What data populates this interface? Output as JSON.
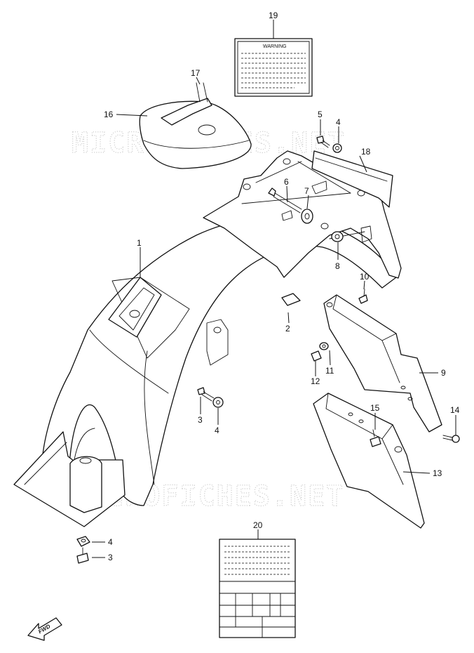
{
  "watermark_top": "MICROFICHES.NET",
  "watermark_bottom": "MICROFICHES.NET",
  "warning_label_heading": "WARNING",
  "fwd_arrow_text": "FWD",
  "callouts": {
    "c1": "1",
    "c2": "2",
    "c3a": "3",
    "c3b": "3",
    "c4a": "4",
    "c4b": "4",
    "c4c": "4",
    "c5": "5",
    "c6": "6",
    "c7": "7",
    "c8": "8",
    "c9": "9",
    "c10": "10",
    "c11": "11",
    "c12": "12",
    "c13": "13",
    "c14": "14",
    "c15": "15",
    "c16": "16",
    "c17": "17",
    "c18": "18",
    "c19": "19",
    "c20": "20"
  }
}
